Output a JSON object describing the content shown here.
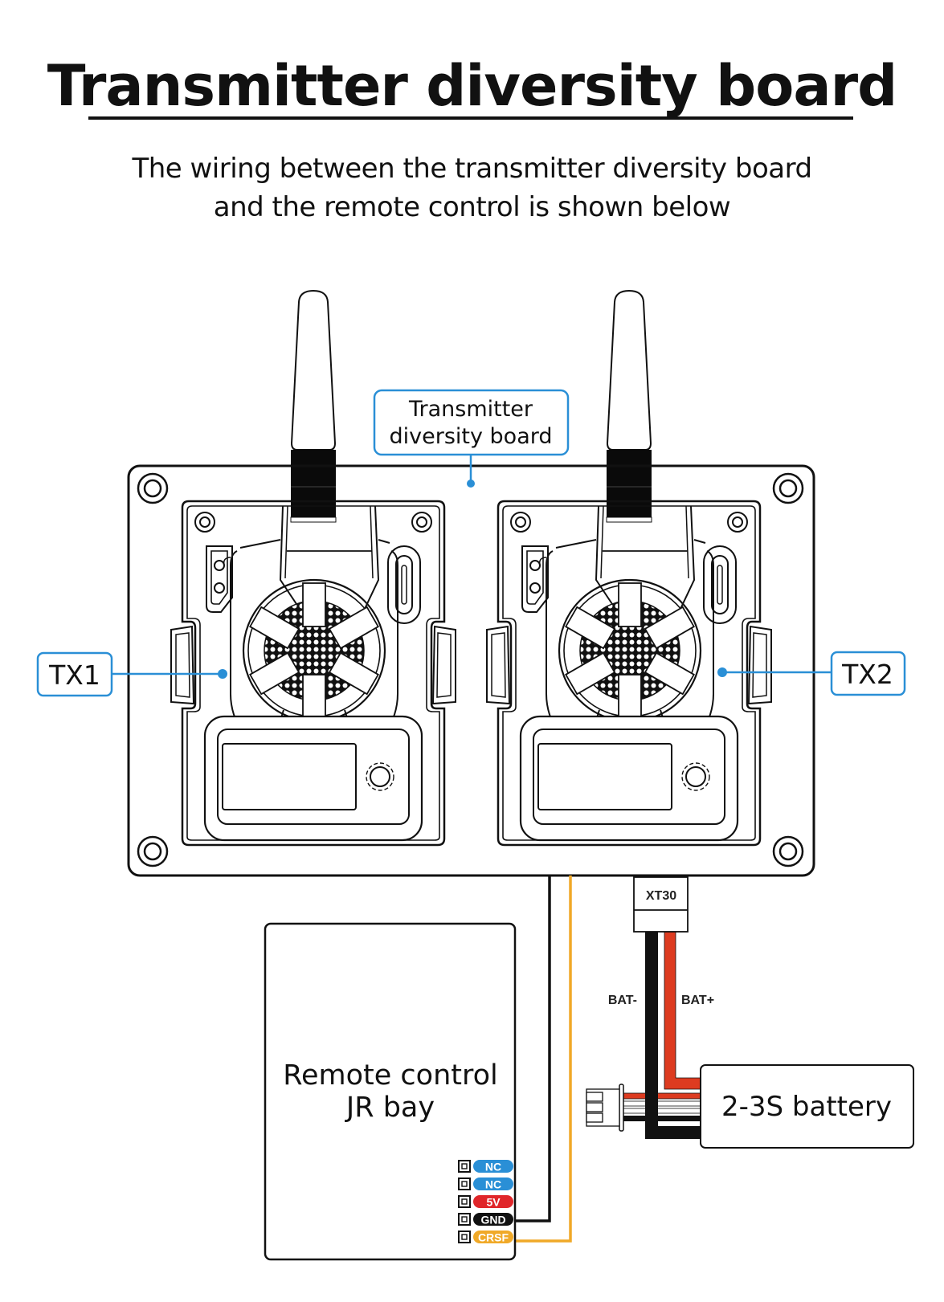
{
  "header": {
    "title": "Transmitter diversity board",
    "subtitle_line1": "The wiring between the transmitter diversity board",
    "subtitle_line2": "and the remote control is shown below"
  },
  "callouts": {
    "board_line1": "Transmitter",
    "board_line2": "diversity board",
    "tx1": "TX1",
    "tx2": "TX2"
  },
  "remote_control": {
    "line1": "Remote control",
    "line2": "JR bay",
    "pins": [
      {
        "label": "NC",
        "color": "#2a8fd6"
      },
      {
        "label": "NC",
        "color": "#2a8fd6"
      },
      {
        "label": "5V",
        "color": "#e0262a"
      },
      {
        "label": "GND",
        "color": "#111111"
      },
      {
        "label": "CRSF",
        "color": "#f0a928"
      }
    ]
  },
  "power": {
    "connector": "XT30",
    "bat_minus": "BAT-",
    "bat_plus": "BAT+",
    "battery": "2-3S battery"
  },
  "colors": {
    "callout_blue": "#2a8fd6",
    "wire_red": "#dd3b20",
    "wire_black": "#111111",
    "wire_crsf": "#f0a928"
  }
}
